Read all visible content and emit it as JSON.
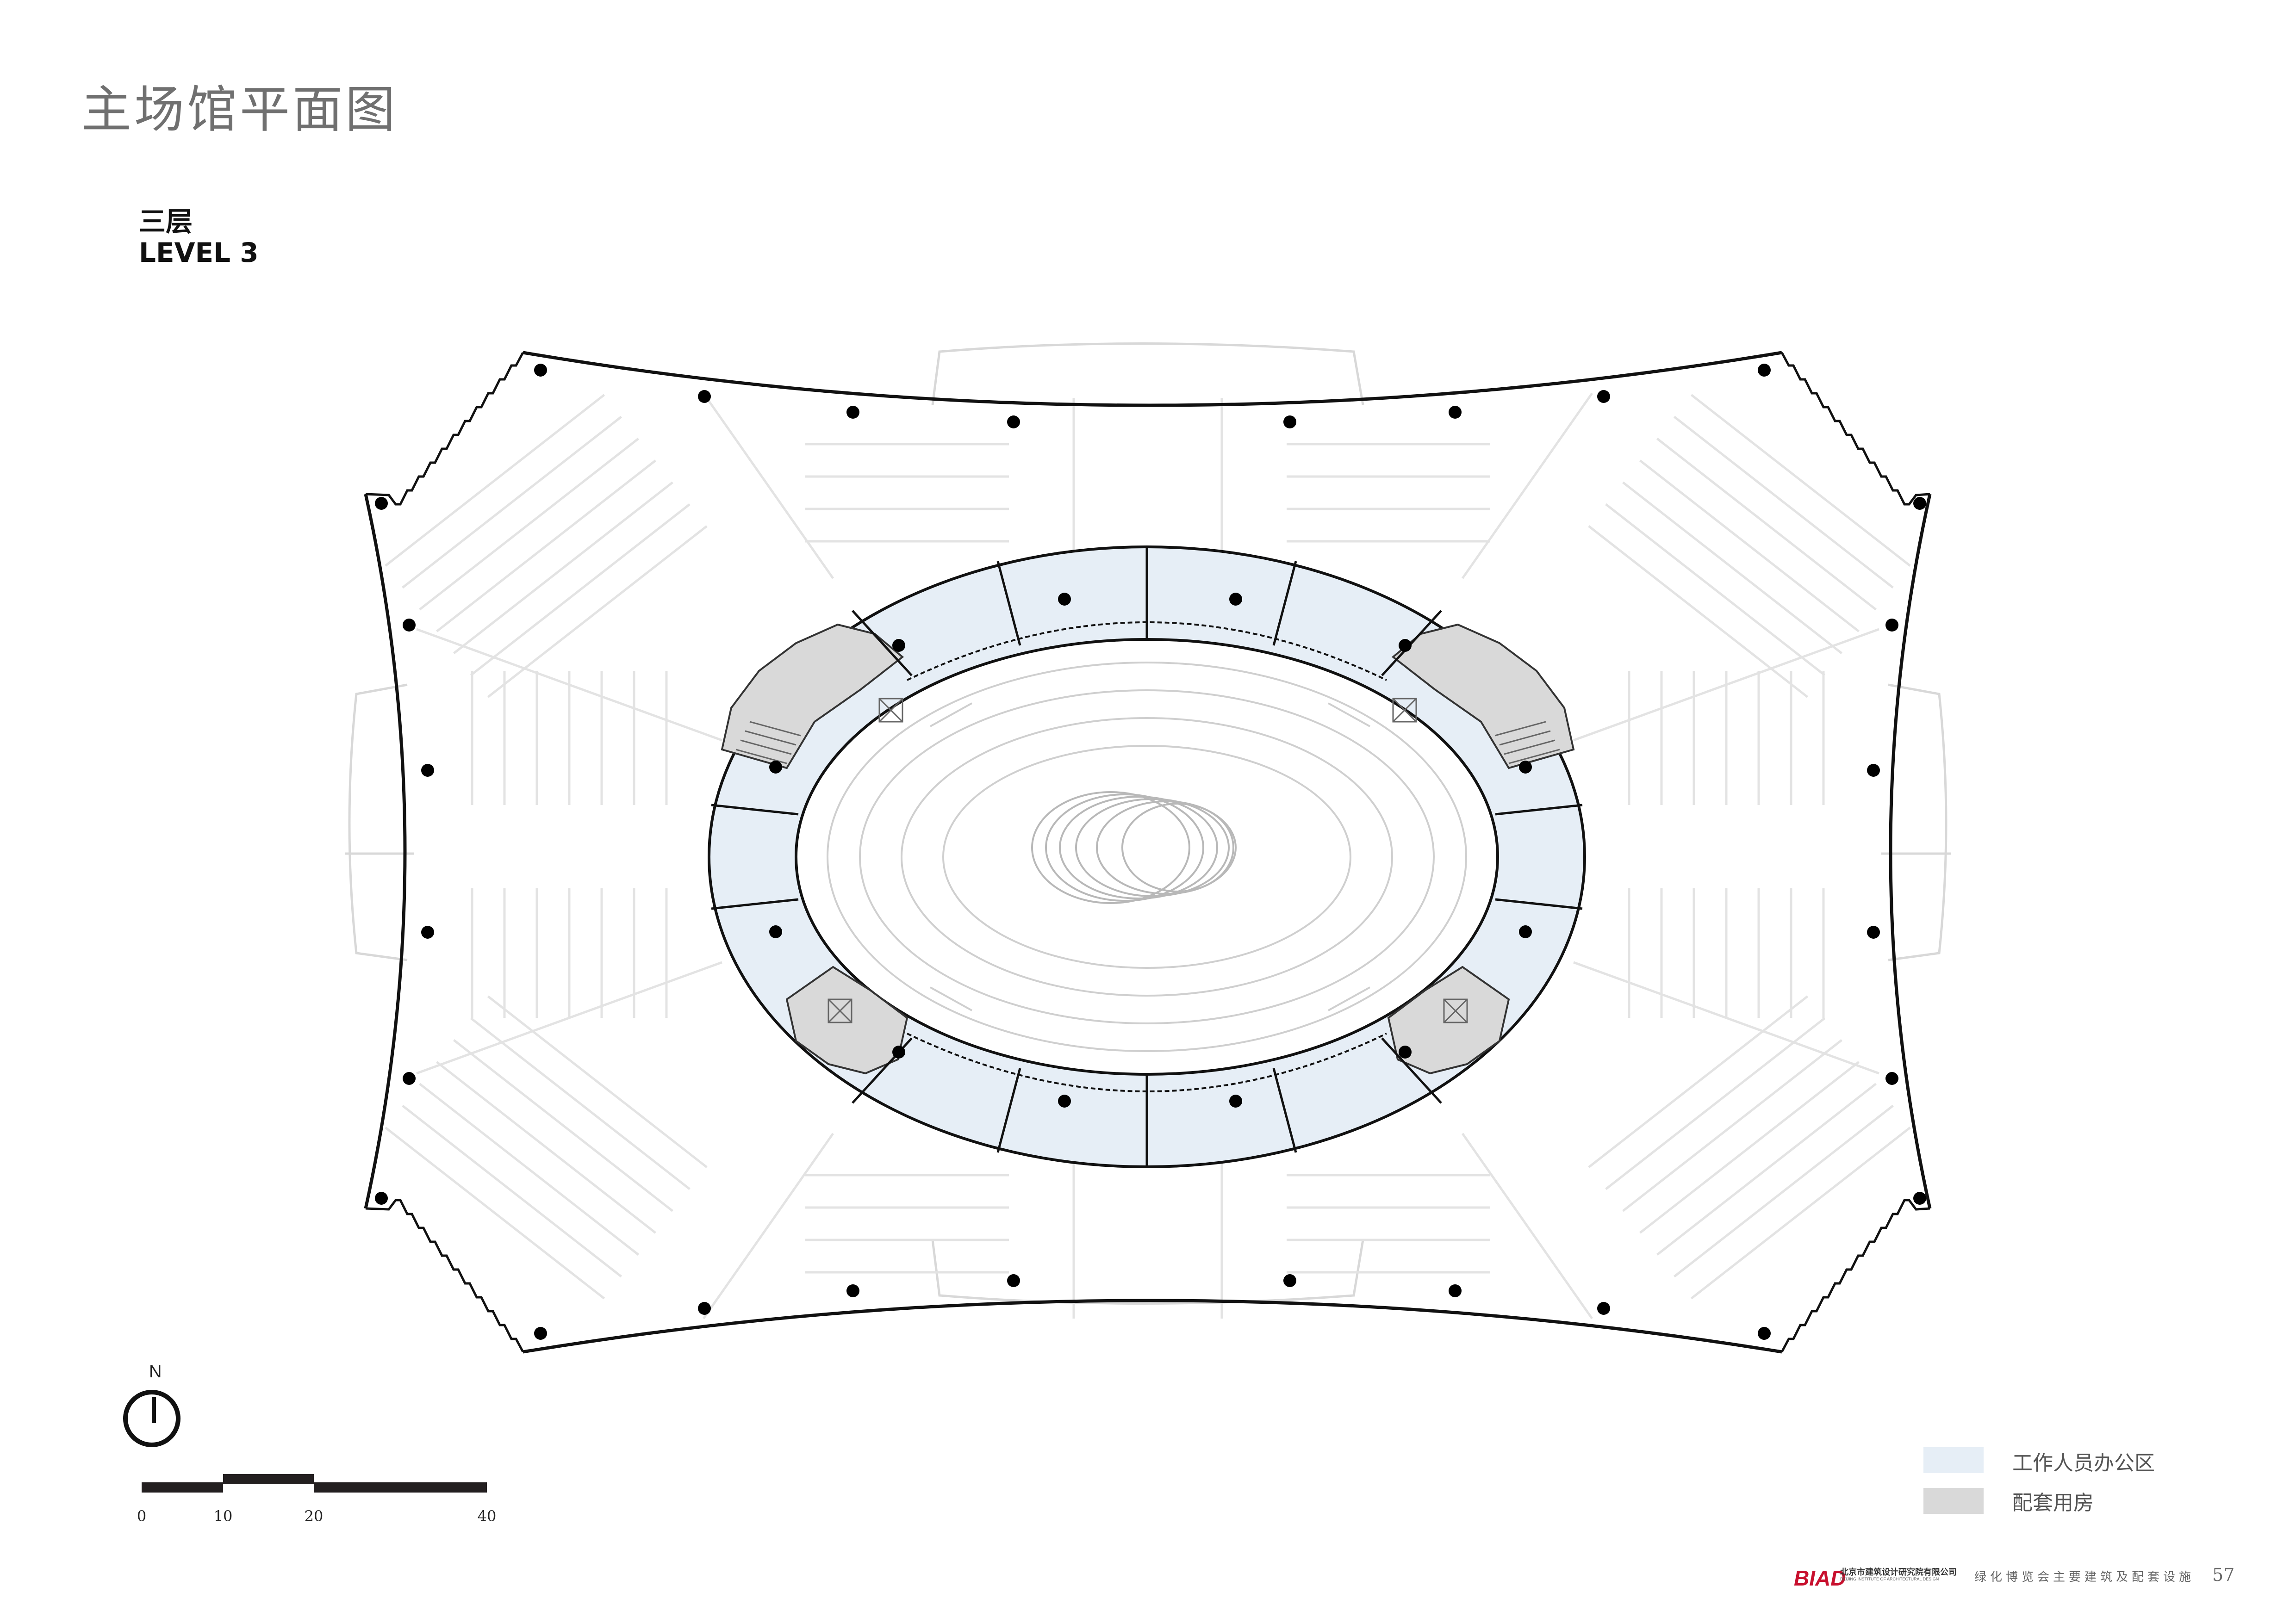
{
  "page": {
    "title": "主场馆平面图",
    "level_zh": "三层",
    "level_en": "LEVEL 3",
    "page_number": "57"
  },
  "compass": {
    "label": "N"
  },
  "scale": {
    "ticks": [
      "0",
      "10",
      "20",
      "40"
    ]
  },
  "legend": [
    {
      "label": "工作人员办公区",
      "color": "#e6eef6"
    },
    {
      "label": "配套用房",
      "color": "#d9d9d9"
    }
  ],
  "footer": {
    "logo": "BIAD",
    "company": "北京市建筑设计研究院有限公司",
    "company_en": "BEIJING INSTITUTE OF ARCHITECTURAL DESIGN",
    "project": "绿化博览会主要建筑及配套设施"
  },
  "colors": {
    "office_zone": "#e6eef6",
    "support_rooms": "#d9d9d9",
    "outline": "#111111",
    "faint_lines": "#d8d8d8",
    "logo_red": "#c8102e"
  },
  "icons": [
    "north-arrow-icon",
    "column-dot-icon",
    "biad-logo"
  ]
}
